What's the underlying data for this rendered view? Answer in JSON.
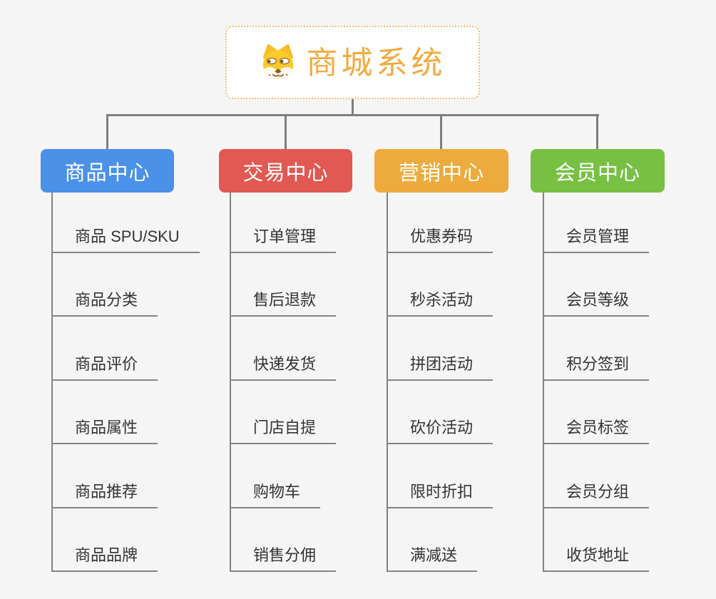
{
  "canvas": {
    "background": "#F5F5F5",
    "connector_color": "#7E7E7E",
    "leaf_line_color": "#848484",
    "leaf_text_color": "#333333"
  },
  "root": {
    "label": "商城系统",
    "icon": "dog-face-icon",
    "text_color": "#F1AB41",
    "border_color": "#F0BE67",
    "background": "#FFFFFF"
  },
  "branches": [
    {
      "id": "product-center",
      "label": "商品中心",
      "color": "#4B91E8",
      "items": [
        "商品 SPU/SKU",
        "商品分类",
        "商品评价",
        "商品属性",
        "商品推荐",
        "商品品牌"
      ]
    },
    {
      "id": "trade-center",
      "label": "交易中心",
      "color": "#E25852",
      "items": [
        "订单管理",
        "售后退款",
        "快递发货",
        "门店自提",
        "购物车",
        "销售分佣"
      ]
    },
    {
      "id": "marketing-center",
      "label": "营销中心",
      "color": "#EDAB3D",
      "items": [
        "优惠券码",
        "秒杀活动",
        "拼团活动",
        "砍价活动",
        "限时折扣",
        "满减送"
      ]
    },
    {
      "id": "member-center",
      "label": "会员中心",
      "color": "#77C043",
      "items": [
        "会员管理",
        "会员等级",
        "积分签到",
        "会员标签",
        "会员分组",
        "收货地址"
      ]
    }
  ]
}
